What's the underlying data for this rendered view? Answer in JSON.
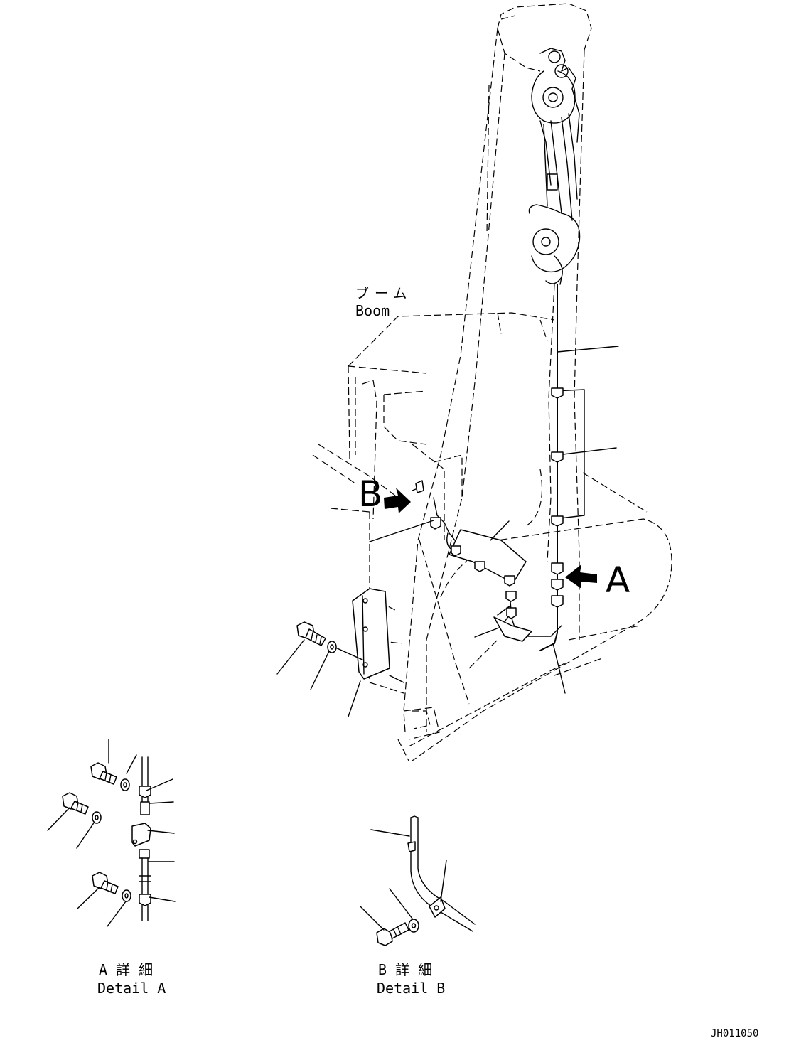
{
  "labels": {
    "boom_jp": "ブーム",
    "boom_en": "Boom",
    "marker_a": "A",
    "marker_b": "B",
    "detail_a_jp": "A 詳 細",
    "detail_a_en": "Detail A",
    "detail_b_jp": "B 詳 細",
    "detail_b_en": "Detail B",
    "drawing_code": "JH011050"
  }
}
